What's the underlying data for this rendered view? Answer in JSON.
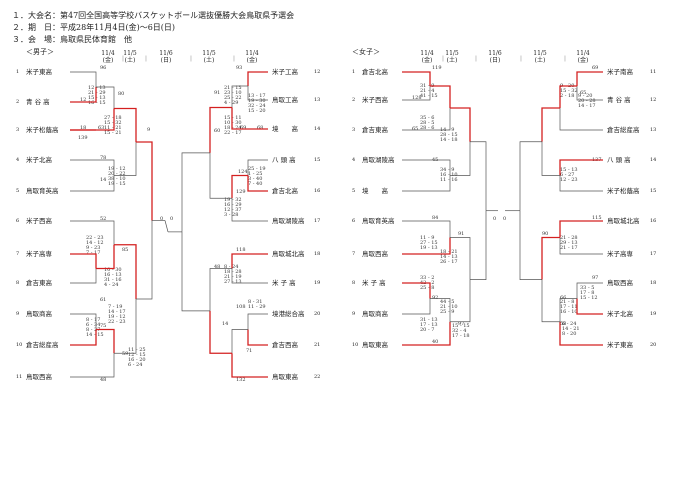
{
  "header": {
    "line1": "１．大会名：第47回全国高等学校バスケットボール選抜優勝大会鳥取県予選会",
    "line2": "２．期　日：平成28年11月4日(金)～6日(日)",
    "line3": "３．会　場：鳥取県民体育館　他"
  },
  "colors": {
    "winner": "#d42020",
    "line": "#555555"
  },
  "men": {
    "label": "＜男子＞",
    "dates": [
      "11/4\n(金)",
      "11/5\n(土)",
      "11/6\n(日)",
      "11/5\n(土)",
      "11/4\n(金)"
    ],
    "left_teams": [
      {
        "no": "1",
        "name": "米子東高"
      },
      {
        "no": "2",
        "name": "青 谷 高"
      },
      {
        "no": "3",
        "name": "米子松蔭高"
      },
      {
        "no": "4",
        "name": "米子北高"
      },
      {
        "no": "5",
        "name": "鳥取育英高"
      },
      {
        "no": "6",
        "name": "米子西高"
      },
      {
        "no": "7",
        "name": "米子高専"
      },
      {
        "no": "8",
        "name": "倉吉東高"
      },
      {
        "no": "9",
        "name": "鳥取商高"
      },
      {
        "no": "10",
        "name": "倉吉総産高"
      },
      {
        "no": "11",
        "name": "鳥取西高"
      }
    ],
    "right_teams": [
      {
        "no": "12",
        "name": "米子工高"
      },
      {
        "no": "13",
        "name": "鳥取工高"
      },
      {
        "no": "14",
        "name": "境　　高"
      },
      {
        "no": "15",
        "name": "八 頭 高"
      },
      {
        "no": "16",
        "name": "倉吉北高"
      },
      {
        "no": "17",
        "name": "鳥取湖陵高"
      },
      {
        "no": "18",
        "name": "鳥取城北高"
      },
      {
        "no": "19",
        "name": "米 子 高"
      },
      {
        "no": "20",
        "name": "境港総合高"
      },
      {
        "no": "21",
        "name": "倉吉西高"
      },
      {
        "no": "22",
        "name": "鳥取東高"
      }
    ]
  },
  "women": {
    "label": "＜女子＞",
    "dates": [
      "11/4\n(金)",
      "11/5\n(土)",
      "11/6\n(日)",
      "11/5\n(土)",
      "11/4\n(金)"
    ],
    "left_teams": [
      {
        "no": "1",
        "name": "倉吉北高"
      },
      {
        "no": "2",
        "name": "米子西高"
      },
      {
        "no": "3",
        "name": "倉吉東高"
      },
      {
        "no": "4",
        "name": "鳥取湖陵高"
      },
      {
        "no": "5",
        "name": "境　　高"
      },
      {
        "no": "6",
        "name": "鳥取育英高"
      },
      {
        "no": "7",
        "name": "鳥取西高"
      },
      {
        "no": "8",
        "name": "米 子 高"
      },
      {
        "no": "9",
        "name": "鳥取商高"
      },
      {
        "no": "10",
        "name": "鳥取東高"
      }
    ],
    "right_teams": [
      {
        "no": "11",
        "name": "米子南高"
      },
      {
        "no": "12",
        "name": "青 谷 高"
      },
      {
        "no": "13",
        "name": "倉吉総産高"
      },
      {
        "no": "14",
        "name": "八 頭 高"
      },
      {
        "no": "15",
        "name": "米子松蔭高"
      },
      {
        "no": "16",
        "name": "鳥取城北高"
      },
      {
        "no": "17",
        "name": "米子高専"
      },
      {
        "no": "18",
        "name": "鳥取西高"
      },
      {
        "no": "19",
        "name": "米子北高"
      },
      {
        "no": "20",
        "name": "米子東高"
      }
    ]
  },
  "scores": {
    "m": {
      "s1": "96",
      "s2": "12",
      "s3": "80",
      "s4": "18",
      "s5": "63",
      "s6": "139",
      "s7": "9",
      "s8": "78",
      "s9": "14",
      "s10": "52",
      "s11": "85",
      "s12": "61",
      "s13": "75",
      "s14": "59",
      "s15": "48",
      "r1": "93",
      "r2": "91",
      "r3": "68",
      "r4": "69",
      "r5": "60",
      "r6": "124",
      "r7": "129",
      "r8": "118",
      "r9": "48",
      "r10": "108",
      "r11": "14",
      "r12": "71",
      "r13": "132",
      "c1": "0",
      "c2": "0"
    },
    "w": {
      "s1": "119",
      "s2": "128",
      "s3": "65",
      "s4": "45",
      "s5": "84",
      "s6": "91",
      "s7": "92",
      "s8": "97",
      "s9": "40",
      "r1": "69",
      "r2": "65",
      "r3": "137",
      "r4": "115",
      "r5": "90",
      "r6": "97",
      "r7": "66",
      "r8": "58",
      "r9": "0",
      "r10": "0"
    }
  },
  "quarters": {
    "m": [
      "12 - 13",
      "21 - 29",
      "15 - 13",
      "16 - 15",
      "27 - 18",
      "15 - 32",
      "11 - 21",
      "15 - 21",
      "19 - 12",
      "20 - 22",
      "38 - 10",
      "19 - 15",
      "22 - 23",
      "14 - 12",
      "9 - 23",
      "7 - 17",
      "10 - 30",
      "16 - 13",
      "31 - 16",
      "4 - 24",
      "7 - 19",
      "14 - 17",
      "19 - 12",
      "22 - 23",
      "8 - 17",
      "6 - 34",
      "8 - 27",
      "14 - 15",
      "11 - 25",
      "12 - 15",
      "16 - 20",
      "6 - 24",
      "21 - 15",
      "23 - 10",
      "25 - 22",
      "4 - 29",
      "13 - 17",
      "19 - 30",
      "32 - 24",
      "15 - 20",
      "15 - 11",
      "10 - 30",
      "18 - 24",
      "22 - 17",
      "25 - 19",
      "1 - 25",
      "3 - 40",
      "7 - 40",
      "19 - 32",
      "16 - 29",
      "12 - 37",
      "3 - 28",
      "8 - 24",
      "18 - 28",
      "21 - 19",
      "27 - 13",
      "8 - 31",
      "11 - 29"
    ],
    "w": [
      "31 - 9",
      "21 - 4",
      "41 - 15",
      "35 - 6",
      "28 - 5",
      "28 - 6",
      "14 - 9",
      "28 - 15",
      "14 - 18",
      "34 - 9",
      "16 - 10",
      "11 - 16",
      "11 - 9",
      "27 - 15",
      "19 - 13",
      "18 - 21",
      "14 - 13",
      "26 - 17",
      "33 - 2",
      "42 - 2",
      "25 - 8",
      "44 - 5",
      "21 - 10",
      "25 - 9",
      "31 - 13",
      "17 - 13",
      "20 - 7",
      "15 - 15",
      "32 - 4",
      "17 - 18",
      "9 - 20",
      "15 - 32",
      "2 - 18",
      "9 - 20",
      "20 - 28",
      "14 - 17",
      "15 - 13",
      "6 - 27",
      "12 - 23",
      "21 - 28",
      "29 - 13",
      "21 - 17",
      "33 - 5",
      "17 - 8",
      "15 - 12",
      "21 - 8",
      "17 - 11",
      "16 - 10",
      "6 - 24",
      "14 - 21",
      "8 - 20",
      "12 - 23"
    ]
  }
}
